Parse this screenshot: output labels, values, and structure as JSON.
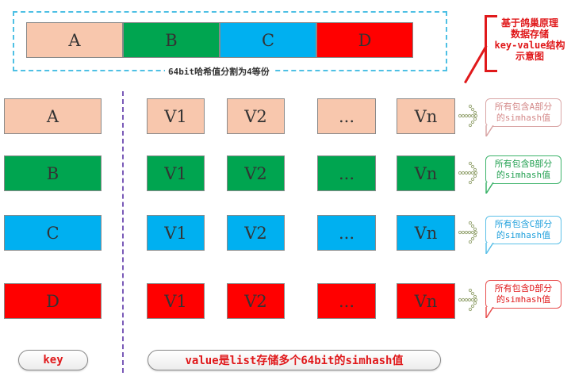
{
  "title": {
    "lines": [
      "基于鸽巢原理",
      "数据存储",
      "key-value结构",
      "示意图"
    ],
    "color": "#e0191b"
  },
  "hash_frame": {
    "caption": "64bit哈希值分割为4等份",
    "segments": [
      {
        "label": "A",
        "color": "#f8c7ad"
      },
      {
        "label": "B",
        "color": "#00a550"
      },
      {
        "label": "C",
        "color": "#00b0f0"
      },
      {
        "label": "D",
        "color": "#ff0000"
      }
    ]
  },
  "rows": [
    {
      "key": "A",
      "color": "#f8c7ad",
      "values": [
        "V1",
        "V2",
        "...",
        "Vn"
      ],
      "note_line1": "所有包含A部分",
      "note_line2": "的simhash值",
      "note_color": "#d48a8a"
    },
    {
      "key": "B",
      "color": "#00a550",
      "values": [
        "V1",
        "V2",
        "...",
        "Vn"
      ],
      "note_line1": "所有包含B部分",
      "note_line2": "的simhash值",
      "note_color": "#22a050"
    },
    {
      "key": "C",
      "color": "#00b0f0",
      "values": [
        "V1",
        "V2",
        "...",
        "Vn"
      ],
      "note_line1": "所有包含C部分",
      "note_line2": "的simhash值",
      "note_color": "#1fa0dc"
    },
    {
      "key": "D",
      "color": "#ff0000",
      "values": [
        "V1",
        "V2",
        "...",
        "Vn"
      ],
      "note_line1": "所有包含D部分",
      "note_line2": "的simhash值",
      "note_color": "#e0191b"
    }
  ],
  "legend": {
    "key_label": "key",
    "value_label": "value是list存储多个64bit的simhash值"
  }
}
